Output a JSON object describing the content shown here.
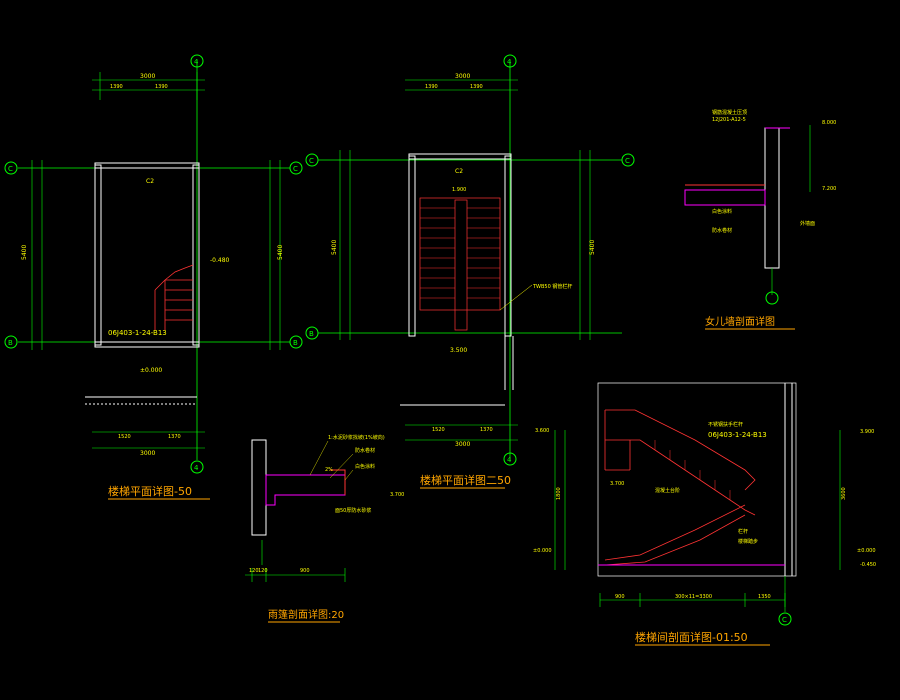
{
  "colors": {
    "background": "#000000",
    "wall": "#ffffff",
    "axis": "#00ff00",
    "dim": "#00ff00",
    "text": "#ffff00",
    "title": "#ffa500",
    "stair": "#ff3333",
    "hatch": "#ff00ff",
    "grid_bubble": "#00ff00"
  },
  "titles": {
    "plan1": "楼梯平面详图-50",
    "plan2": "楼梯平面详图二50",
    "canopy": "雨篷剖面详图:20",
    "parapet": "女儿墙剖面详图",
    "section": "楼梯间剖面详图-01:50"
  },
  "axes": {
    "four": "4",
    "b": "B",
    "c": "C"
  },
  "plan1": {
    "dims_top": [
      "3000",
      "1390",
      "1390"
    ],
    "label_c2": "C2",
    "elev": "-0.480",
    "ref": "06J403-1-24-B13",
    "elev_bottom": "±0.000",
    "dims_bottom": [
      "1520",
      "1370"
    ],
    "dim_total": "3000",
    "dim_side": "5400"
  },
  "plan2": {
    "dims_top": [
      "3000",
      "1390",
      "1390"
    ],
    "label_c2": "C2",
    "width": "1.900",
    "note": "TWB50 钢管栏杆",
    "dim_bottom": "3.500",
    "dims_foot": [
      "1520",
      "1370"
    ],
    "dim_total": "3000",
    "dim_side": "5400"
  },
  "canopy": {
    "note1": "1:水泥砂浆找坡(1%坡向)",
    "note2": "防水卷材",
    "note3": "白色涂料",
    "slope": "2%",
    "elev": "3.700",
    "note4": "面50厚防水砂浆",
    "dims": [
      "120",
      "120",
      "900"
    ]
  },
  "parapet": {
    "ref1": "钢筋混凝土压顶",
    "ref2": "12J201-A12-5",
    "elev_top": "8.000",
    "elev_mid": "7.200",
    "note1": "白色涂料",
    "note2": "防水卷材",
    "note3": "外墙面"
  },
  "section": {
    "ref_note": "不锈钢扶手栏杆",
    "ref": "06J403-1-24-B13",
    "elev1": "3.600",
    "elev2": "3.700",
    "elev3": "±0.000",
    "elev4": "-0.450",
    "elev5": "3.900",
    "elev6": "±0.000",
    "note1": "混凝土台阶",
    "note2": "栏杆",
    "note3": "楼梯踏步",
    "dims_bottom": [
      "900",
      "300×11=3300",
      "1350"
    ],
    "dim_side1": "1800",
    "dim_side2": "3600"
  }
}
